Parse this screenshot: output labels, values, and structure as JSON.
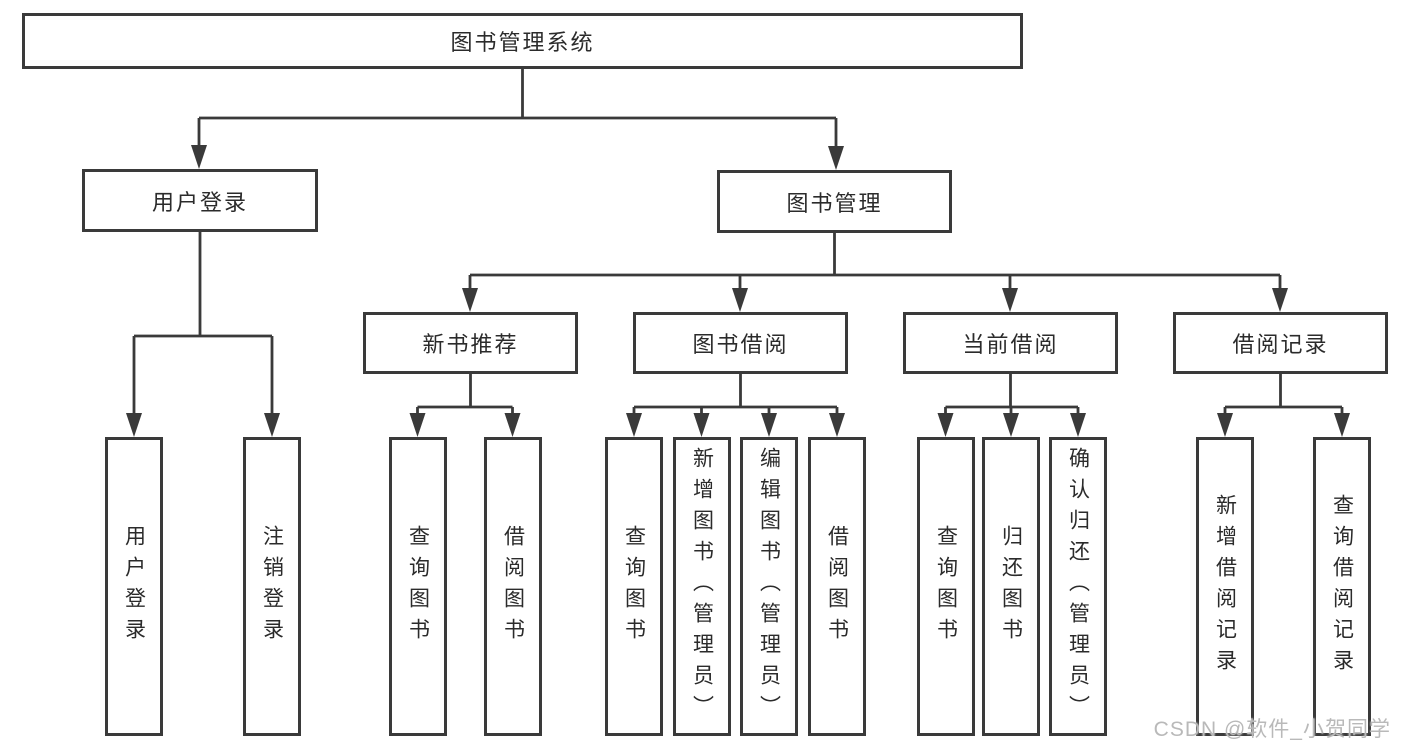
{
  "tree": {
    "root": {
      "label": "图书管理系统"
    },
    "children": [
      {
        "label": "用户登录",
        "children": [
          {
            "label": "用户登录"
          },
          {
            "label": "注销登录"
          }
        ]
      },
      {
        "label": "图书管理",
        "children": [
          {
            "label": "新书推荐",
            "children": [
              {
                "label": "查询图书"
              },
              {
                "label": "借阅图书"
              }
            ]
          },
          {
            "label": "图书借阅",
            "children": [
              {
                "label": "查询图书"
              },
              {
                "label": "新增图书（管理员）"
              },
              {
                "label": "编辑图书（管理员）"
              },
              {
                "label": "借阅图书"
              }
            ]
          },
          {
            "label": "当前借阅",
            "children": [
              {
                "label": "查询图书"
              },
              {
                "label": "归还图书"
              },
              {
                "label": "确认归还（管理员）"
              }
            ]
          },
          {
            "label": "借阅记录",
            "children": [
              {
                "label": "新增借阅记录"
              },
              {
                "label": "查询借阅记录"
              }
            ]
          }
        ]
      }
    ]
  },
  "watermark": {
    "text": "CSDN @软件_小贺同学"
  },
  "colors": {
    "line": "#3a3a3a",
    "box_border": "#3a3a3a",
    "text": "#2b2b2b",
    "background": "#ffffff",
    "watermark": "#b9b9b9"
  }
}
